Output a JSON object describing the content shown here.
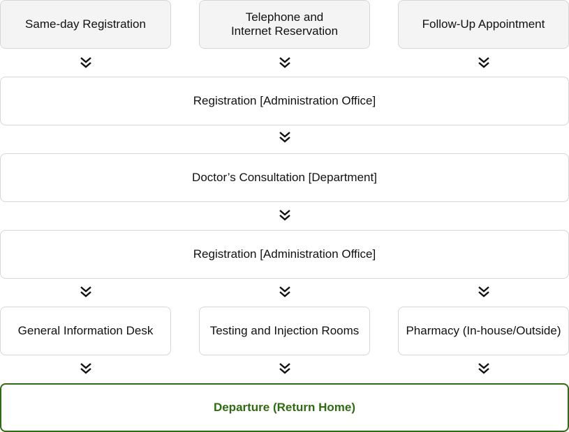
{
  "entry_points": [
    "Same-day Registration",
    "Telephone and\nInternet Reservation",
    "Follow-Up Appointment"
  ],
  "steps": [
    "Registration [Administration Office]",
    "Doctor’s Consultation [Department]",
    "Registration [Administration Office]"
  ],
  "destinations": [
    "General Information Desk",
    "Testing and Injection Rooms",
    "Pharmacy (In-house/Outside)"
  ],
  "final_step": "Departure (Return Home)",
  "colors": {
    "entry_bg": "#f4f4f4",
    "border": "#d6d6d6",
    "final_accent": "#2f6b12"
  },
  "icons": {
    "connector": "double-chevron-down-icon"
  }
}
